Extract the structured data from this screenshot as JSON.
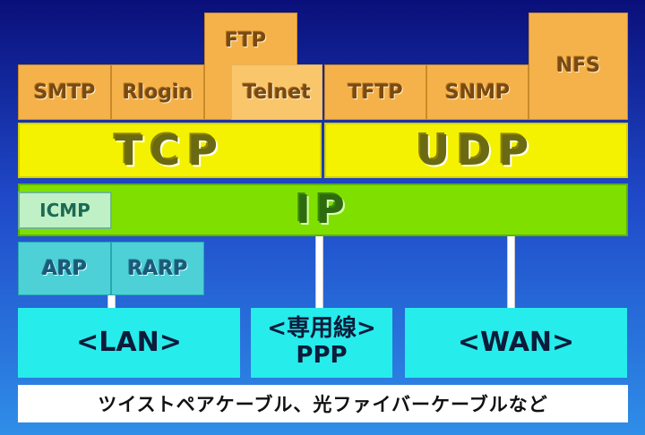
{
  "application_layer": {
    "smtp": "SMTP",
    "rlogin": "Rlogin",
    "ftp": "FTP",
    "telnet": "Telnet",
    "tftp": "TFTP",
    "snmp": "SNMP",
    "nfs": "NFS"
  },
  "transport_layer": {
    "tcp": "TCP",
    "udp": "UDP"
  },
  "internet_layer": {
    "icmp": "ICMP",
    "ip": "IP"
  },
  "address_layer": {
    "arp": "ARP",
    "rarp": "RARP"
  },
  "link_layer": {
    "lan": "<LAN>",
    "leased_line": "<専用線>",
    "ppp": "PPP",
    "wan": "<WAN>"
  },
  "physical_media": "ツイストペアケーブル、光ファイバーケーブルなど",
  "colors": {
    "application": "#f6b24a",
    "transport": "#f4f200",
    "internet": "#7fe000",
    "address": "#4dd0d6",
    "link": "#27ecec",
    "background_top": "#0a0f7a",
    "background_bottom": "#2f8ee8"
  }
}
